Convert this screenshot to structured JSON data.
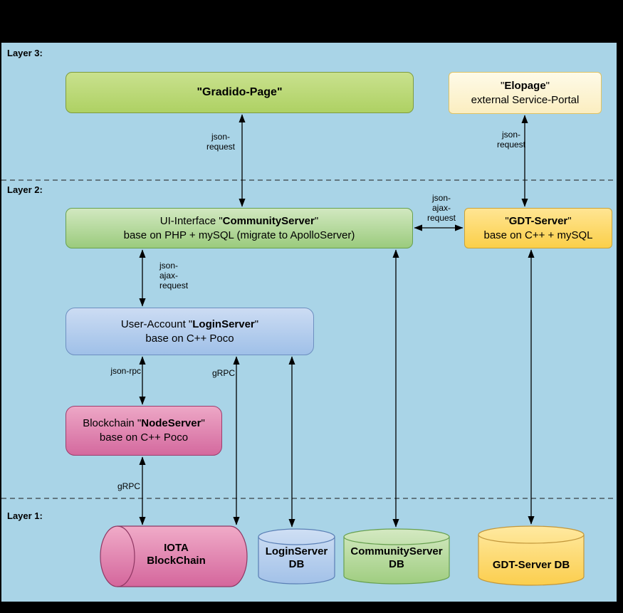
{
  "window": {
    "background": "#000000"
  },
  "canvas": {
    "background": "#a9d4e7"
  },
  "layers": [
    {
      "label": "Layer 3:"
    },
    {
      "label": "Layer 2:"
    },
    {
      "label": "Layer 1:"
    }
  ],
  "nodes": {
    "gradido_page": {
      "line1_prefix": "\"",
      "line1_bold": "Gradido-Page",
      "line1_suffix": "\""
    },
    "elopage": {
      "line1_prefix": "\"",
      "line1_bold": "Elopage",
      "line1_suffix": "\"",
      "line2": "external Service-Portal"
    },
    "community_server": {
      "line1_prefix": "UI-Interface \"",
      "line1_bold": "CommunityServer",
      "line1_suffix": "\"",
      "line2": "base on PHP + mySQL (migrate to ApolloServer)"
    },
    "gdt_server": {
      "line1_prefix": "\"",
      "line1_bold": "GDT-Server",
      "line1_suffix": "\"",
      "line2": "base on C++ + mySQL"
    },
    "login_server": {
      "line1_prefix": "User-Account \"",
      "line1_bold": "LoginServer",
      "line1_suffix": "\"",
      "line2": "base on C++ Poco"
    },
    "node_server": {
      "line1_prefix": "Blockchain \"",
      "line1_bold": "NodeServer",
      "line1_suffix": "\"",
      "line2": "base on C++ Poco"
    },
    "iota_blockchain": {
      "line1": "IOTA",
      "line2": "BlockChain"
    },
    "login_server_db": {
      "line1": "LoginServer",
      "line2": "DB"
    },
    "community_server_db": {
      "line1": "CommunityServer",
      "line2": "DB"
    },
    "gdt_server_db": {
      "line1": "GDT-Server DB"
    }
  },
  "edges": {
    "gradido_to_community": {
      "label_lines": [
        "json-",
        "request"
      ]
    },
    "elopage_to_gdt": {
      "label_lines": [
        "json-",
        "request"
      ]
    },
    "community_to_gdt": {
      "label_lines": [
        "json-",
        "ajax-",
        "request"
      ]
    },
    "community_to_login": {
      "label_lines": [
        "json-",
        "ajax-",
        "request"
      ]
    },
    "login_to_node": {
      "label_lines": [
        "json-rpc"
      ]
    },
    "login_to_iota": {
      "label_lines": [
        "gRPC"
      ]
    },
    "node_to_iota": {
      "label_lines": [
        "gRPC"
      ]
    }
  },
  "colors": {
    "canvas_blue": "#a9d4e7",
    "gradido_green": "#b9da74",
    "community_green": "#a8d08d",
    "elopage_cream": "#fdf4d5",
    "gdt_gold": "#ffd966",
    "login_blue": "#b3cdee",
    "node_pink": "#e08cb1",
    "iota_pink": "#e38bb0",
    "arrow_black": "#000000"
  }
}
